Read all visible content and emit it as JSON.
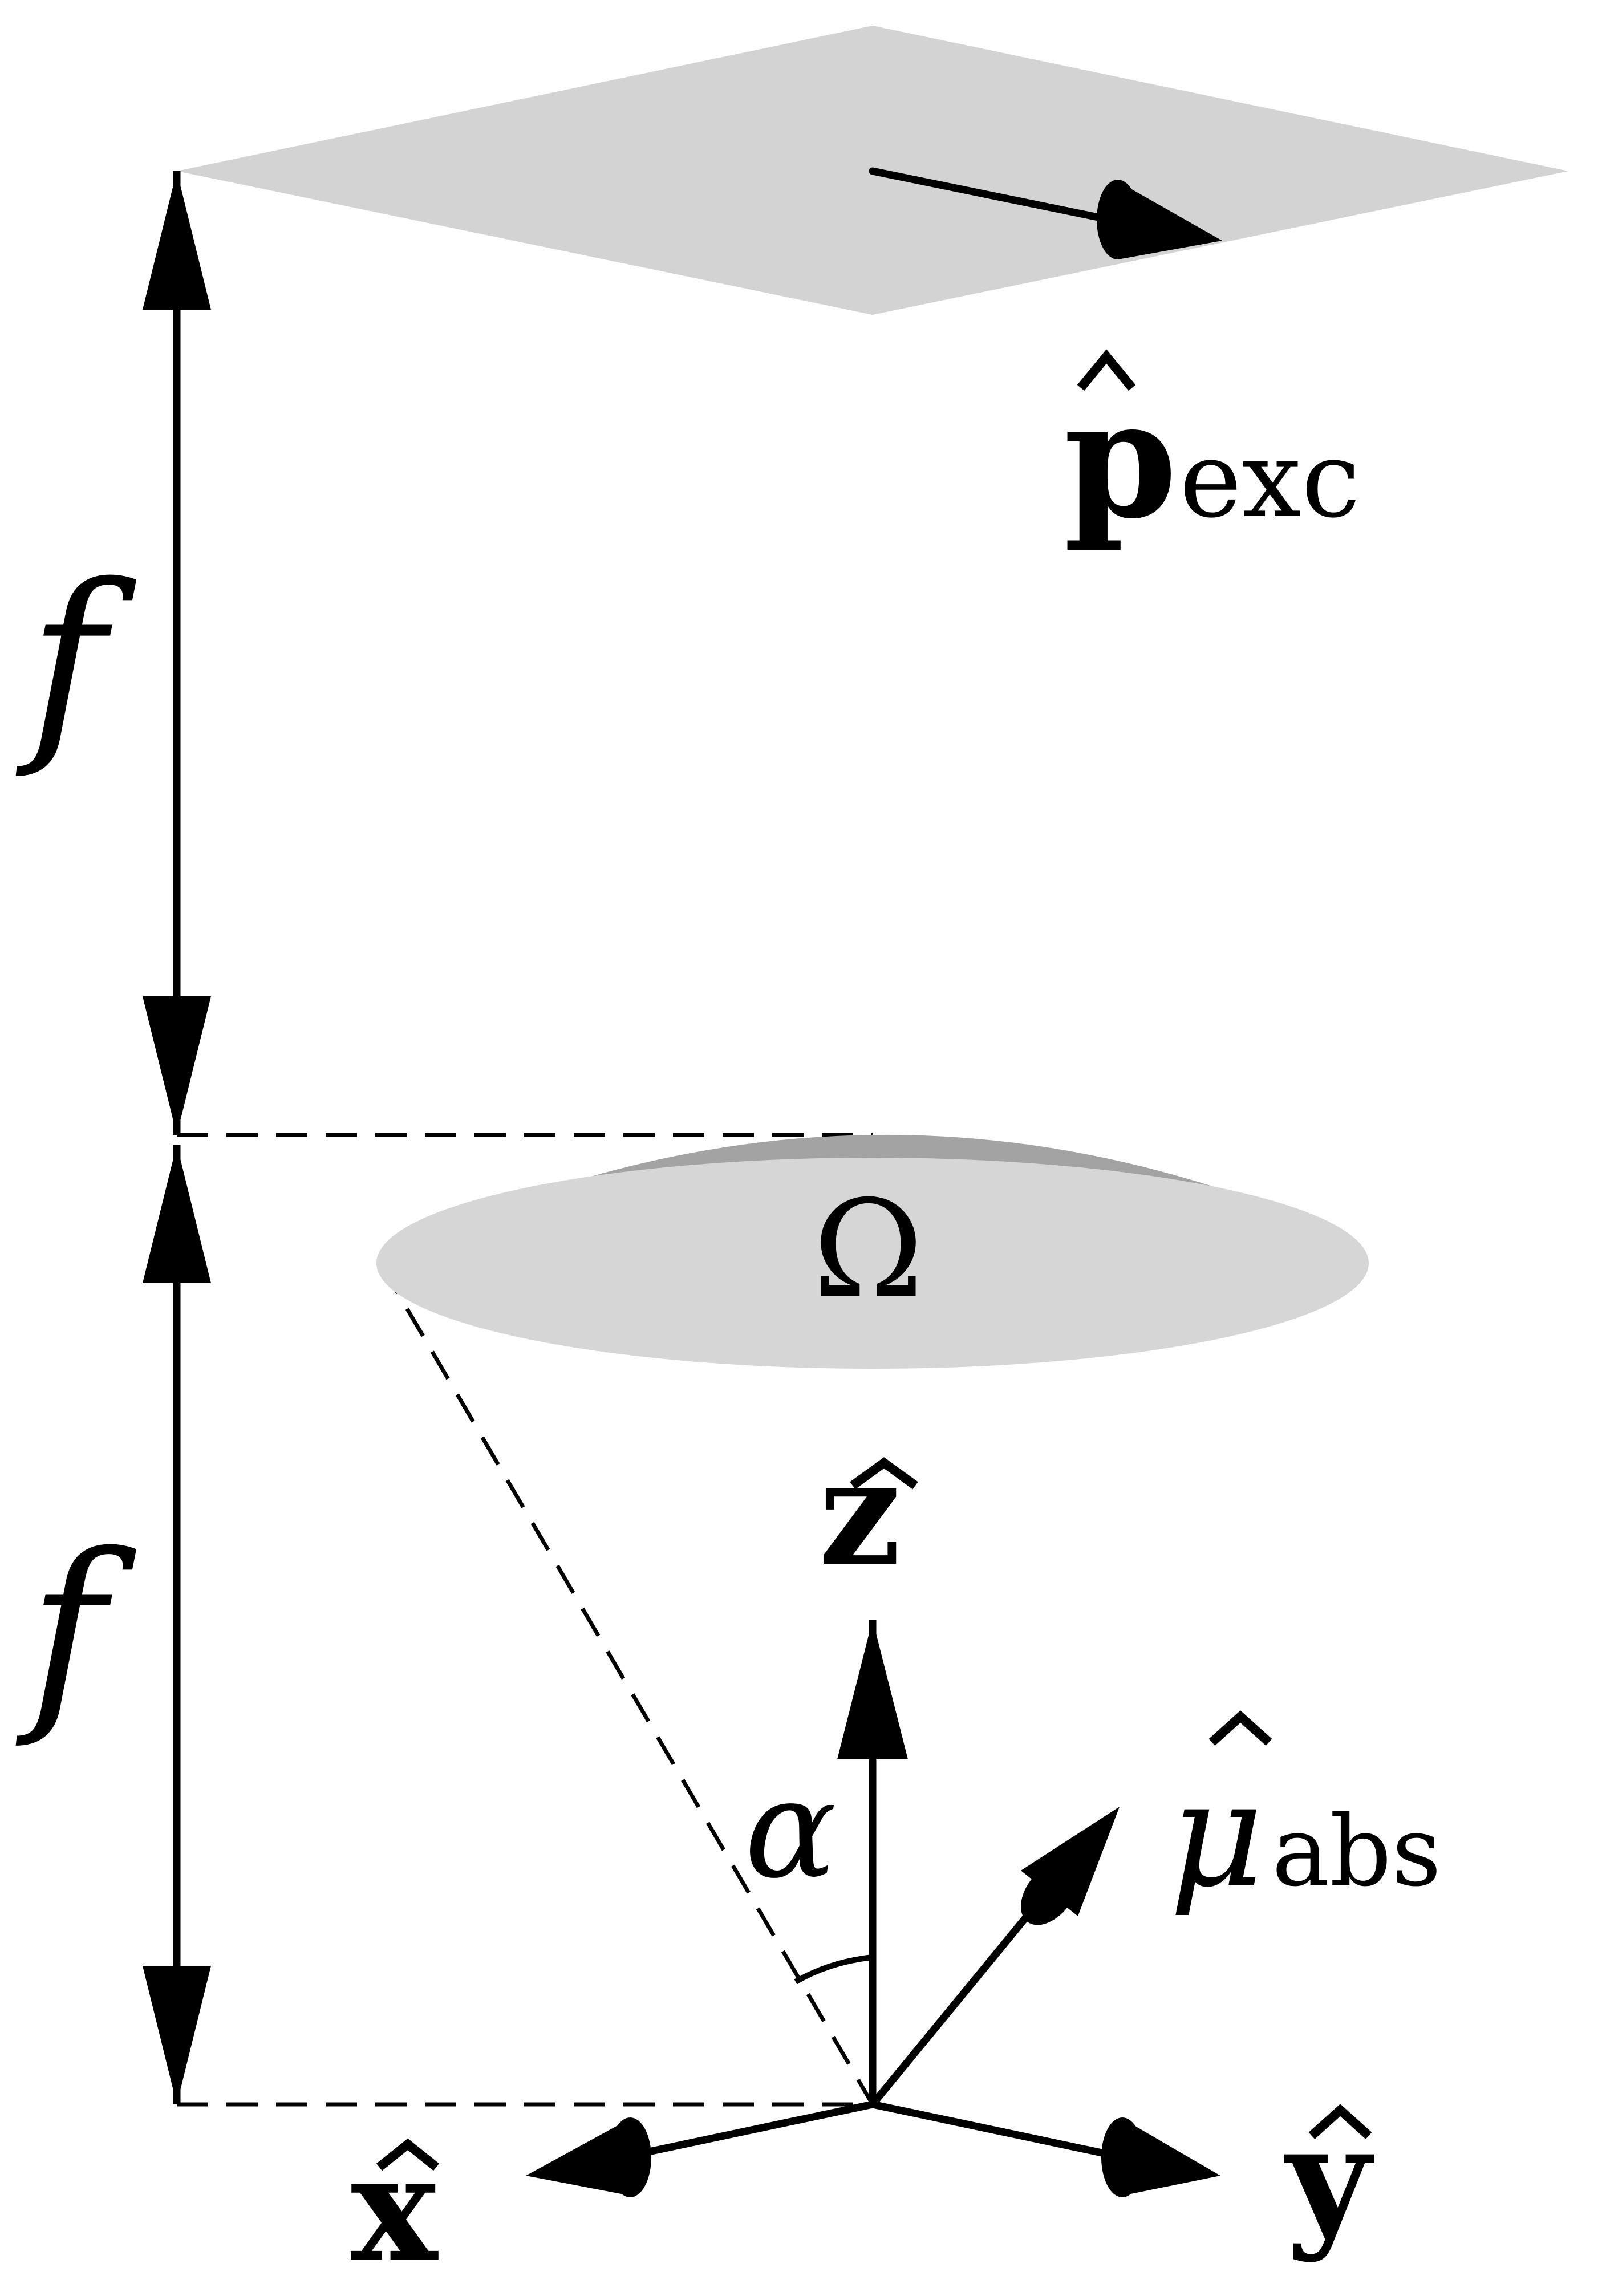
{
  "labels": {
    "p_exc": {
      "symbol": "p",
      "subscript": "exc"
    },
    "mu_abs": {
      "symbol": "μ",
      "subscript": "abs"
    },
    "omega": "Ω",
    "alpha": "α",
    "f_top": "f",
    "f_bottom": "f",
    "z_axis": "z",
    "x_axis": "x",
    "y_axis": "y"
  },
  "colors": {
    "plane": "#d3d3d3",
    "disk": "#d6d6d6",
    "disk_rim": "#a3a3a3",
    "ink": "#000000"
  }
}
